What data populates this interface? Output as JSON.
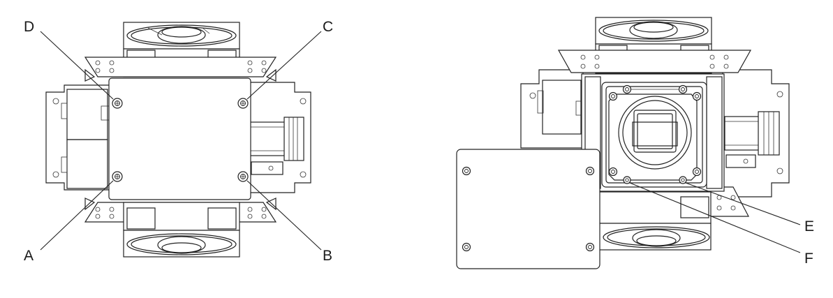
{
  "figure": {
    "left_view": {
      "callouts": {
        "a": "A",
        "b": "B",
        "c": "C",
        "d": "D"
      }
    },
    "right_view": {
      "callouts": {
        "e": "E",
        "f": "F"
      }
    }
  }
}
